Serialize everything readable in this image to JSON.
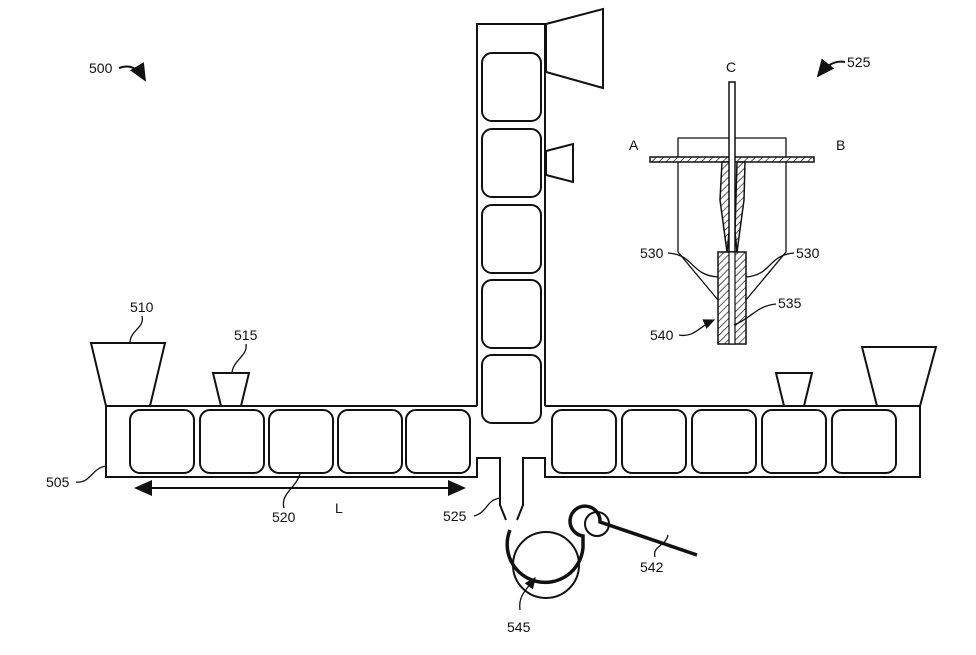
{
  "figure": {
    "title_ref": "500",
    "labels": {
      "system": "500",
      "barrel": "505",
      "hopper_main": "510",
      "hopper_secondary": "515",
      "screw_elements": "520",
      "die": "525",
      "die_detail": "525",
      "channels": "530",
      "channels_right": "530",
      "core": "535",
      "sleeve": "540",
      "web": "542",
      "roller": "545",
      "length": "L",
      "axis_a": "A",
      "axis_b": "B",
      "axis_c": "C"
    }
  }
}
